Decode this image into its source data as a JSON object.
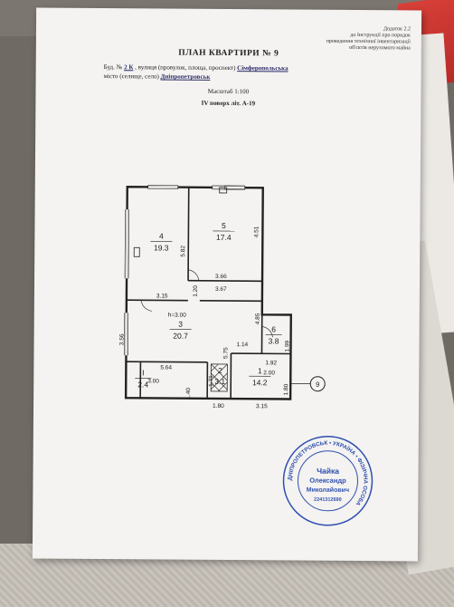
{
  "appendix": {
    "line1": "Додаток 2.2",
    "line2": "до Інструкції про порядок",
    "line3": "проведення технічної інвентаризації",
    "line4": "об'єктів нерухомого майна"
  },
  "title": "ПЛАН КВАРТИРИ № 9",
  "address": {
    "prefix": "Буд. №",
    "house": "2 К",
    "street_label": ", вулиця (провулок, площа, проспект)",
    "street": "Сімферопольська",
    "city_label": "місто (селище, село)",
    "city": "Дніпропетровськ"
  },
  "scale": "Масштаб 1:100",
  "floor": "IV поверх літ. А-19",
  "rooms": [
    {
      "num": "4",
      "area": "19.3"
    },
    {
      "num": "5",
      "area": "17.4"
    },
    {
      "num": "3",
      "area": "20.7"
    },
    {
      "num": "6",
      "area": "3.8"
    },
    {
      "num": "I",
      "area": "2.4"
    },
    {
      "num": "2",
      "area": "3.1"
    },
    {
      "num": "1",
      "area": "14.2"
    }
  ],
  "dimensions": {
    "d582": "5.82",
    "d451": "4.51",
    "d366": "3.66",
    "d367": "3.67",
    "d120": "1.20",
    "d315a": "3.15",
    "h300": "h=3.00",
    "d485": "4.85",
    "d356": "3.56",
    "d114": "1.14",
    "d199": "1.99",
    "d575": "5.75",
    "d192": "1.92",
    "d564": "5.64",
    "d200": "2.00",
    "d300": "3.00",
    "d171": "1.71",
    "d140": "1.40",
    "d180a": "1.80",
    "d180b": "1.80",
    "d315b": "3.15"
  },
  "apartment_marker": "9",
  "stamp": {
    "name1": "Чайка",
    "name2": "Олександр",
    "name3": "Миколайович",
    "ring": "ДНІПРОПЕТРОВСЬК • УКРАЇНА • ФІЗИЧНА ОСОБА",
    "code": "2241312690"
  }
}
